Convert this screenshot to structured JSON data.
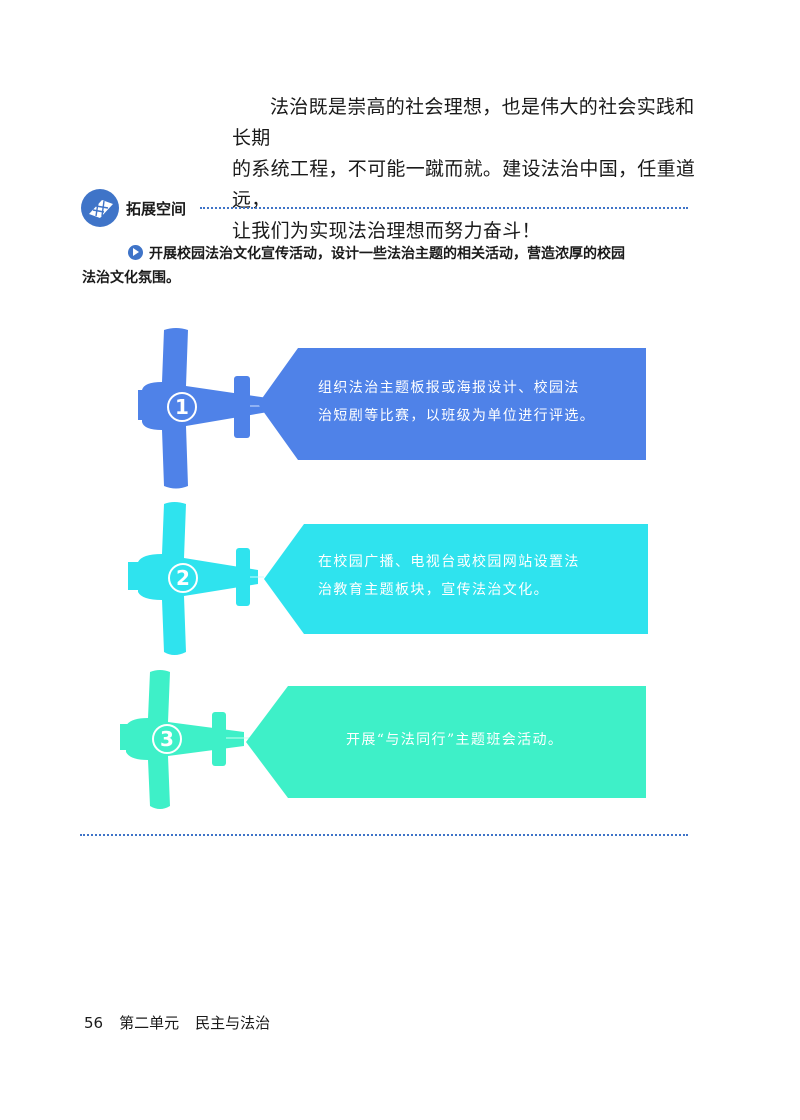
{
  "intro": {
    "lines": [
      "法治既是崇高的社会理想，也是伟大的社会实践和长期",
      "的系统工程，不可能一蹴而就。建设法治中国，任重道远，",
      "让我们为实现法治理想而努力奋斗！"
    ]
  },
  "section": {
    "title": "拓展空间"
  },
  "prompt": {
    "text": "开展校园法治文化宣传活动，设计一些法治主题的相关活动，营造浓厚的校园",
    "text_cont": "法治文化氛围。"
  },
  "items": [
    {
      "number": "1",
      "color": "#4f82e8",
      "lines": [
        "组织法治主题板报或海报设计、校园法",
        "治短剧等比赛，以班级为单位进行评选。"
      ]
    },
    {
      "number": "2",
      "color": "#2fe3ee",
      "lines": [
        "在校园广播、电视台或校园网站设置法",
        "治教育主题板块，宣传法治文化。"
      ]
    },
    {
      "number": "3",
      "color": "#3ef0c8",
      "lines": [
        "开展“与法同行”主题班会活动。"
      ]
    }
  ],
  "footer": {
    "page": "56",
    "unit": "第二单元",
    "title": "民主与法治"
  }
}
